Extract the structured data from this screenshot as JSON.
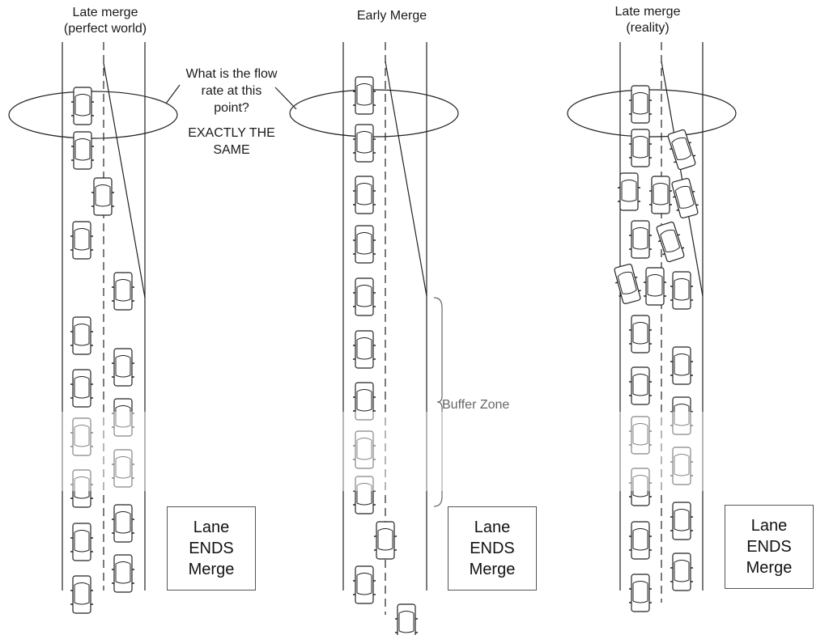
{
  "panels": {
    "late_perfect": {
      "title": "Late merge\n(perfect world)",
      "sign": "Lane\nENDS\nMerge"
    },
    "early": {
      "title": "Early Merge",
      "sign": "Lane\nENDS\nMerge",
      "buffer_label": "Buffer Zone"
    },
    "late_reality": {
      "title": "Late merge\n(reality)",
      "sign": "Lane\nENDS\nMerge"
    }
  },
  "callout": {
    "question": "What is the flow\nrate at this\npoint?",
    "answer": "EXACTLY THE\nSAME"
  },
  "icons": {
    "car": "car-topdown-icon"
  }
}
